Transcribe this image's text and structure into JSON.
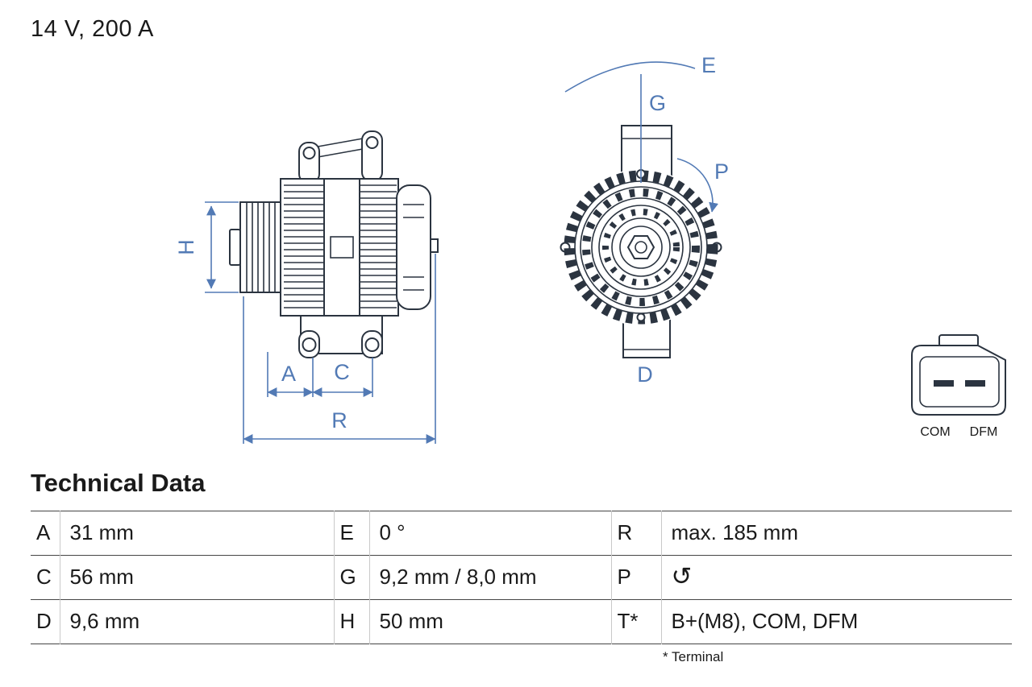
{
  "page": {
    "title": "14 V, 200 A",
    "section_heading": "Technical Data",
    "footnote": "* Terminal"
  },
  "drawing": {
    "labels": {
      "H": "H",
      "A": "A",
      "C": "C",
      "R": "R",
      "E": "E",
      "G": "G",
      "P": "P",
      "D": "D"
    },
    "connector_labels": {
      "left": "COM",
      "right": "DFM"
    }
  },
  "table": {
    "rows": [
      {
        "cells": [
          {
            "key": "A",
            "value": "31 mm"
          },
          {
            "key": "E",
            "value": "0 °"
          },
          {
            "key": "R",
            "value": "max. 185 mm"
          }
        ]
      },
      {
        "cells": [
          {
            "key": "C",
            "value": "56 mm"
          },
          {
            "key": "G",
            "value": "9,2 mm / 8,0 mm"
          },
          {
            "key": "P",
            "value": "",
            "icon": "rotation-ccw-icon",
            "icon_glyph": "↺"
          }
        ]
      },
      {
        "cells": [
          {
            "key": "D",
            "value": "9,6 mm"
          },
          {
            "key": "H",
            "value": "50 mm"
          },
          {
            "key": "T*",
            "value": "B+(M8), COM, DFM"
          }
        ]
      }
    ]
  },
  "colors": {
    "drawing_line": "#2b3440",
    "dimension_blue": "#527ab5",
    "table_rule_dark": "#454545",
    "table_rule_light": "#c9c9c9",
    "text": "#1a1a1a"
  }
}
